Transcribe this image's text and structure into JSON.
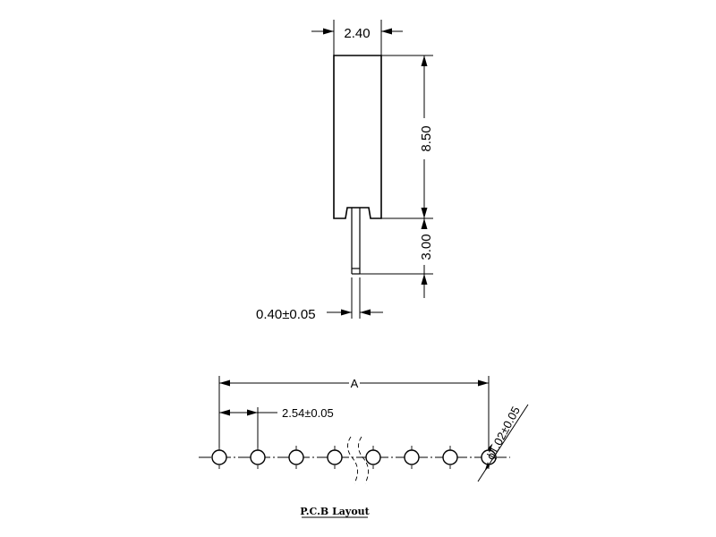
{
  "dimensions": {
    "width": "2.40",
    "height": "8.50",
    "pin_length": "3.00",
    "pin_width": "0.40±0.05",
    "overall": "A",
    "pitch": "2.54±0.05",
    "hole_diameter": "ϕ1.02±0.05"
  },
  "pcb_title": "P.C.B Layout",
  "hole_count": 8
}
